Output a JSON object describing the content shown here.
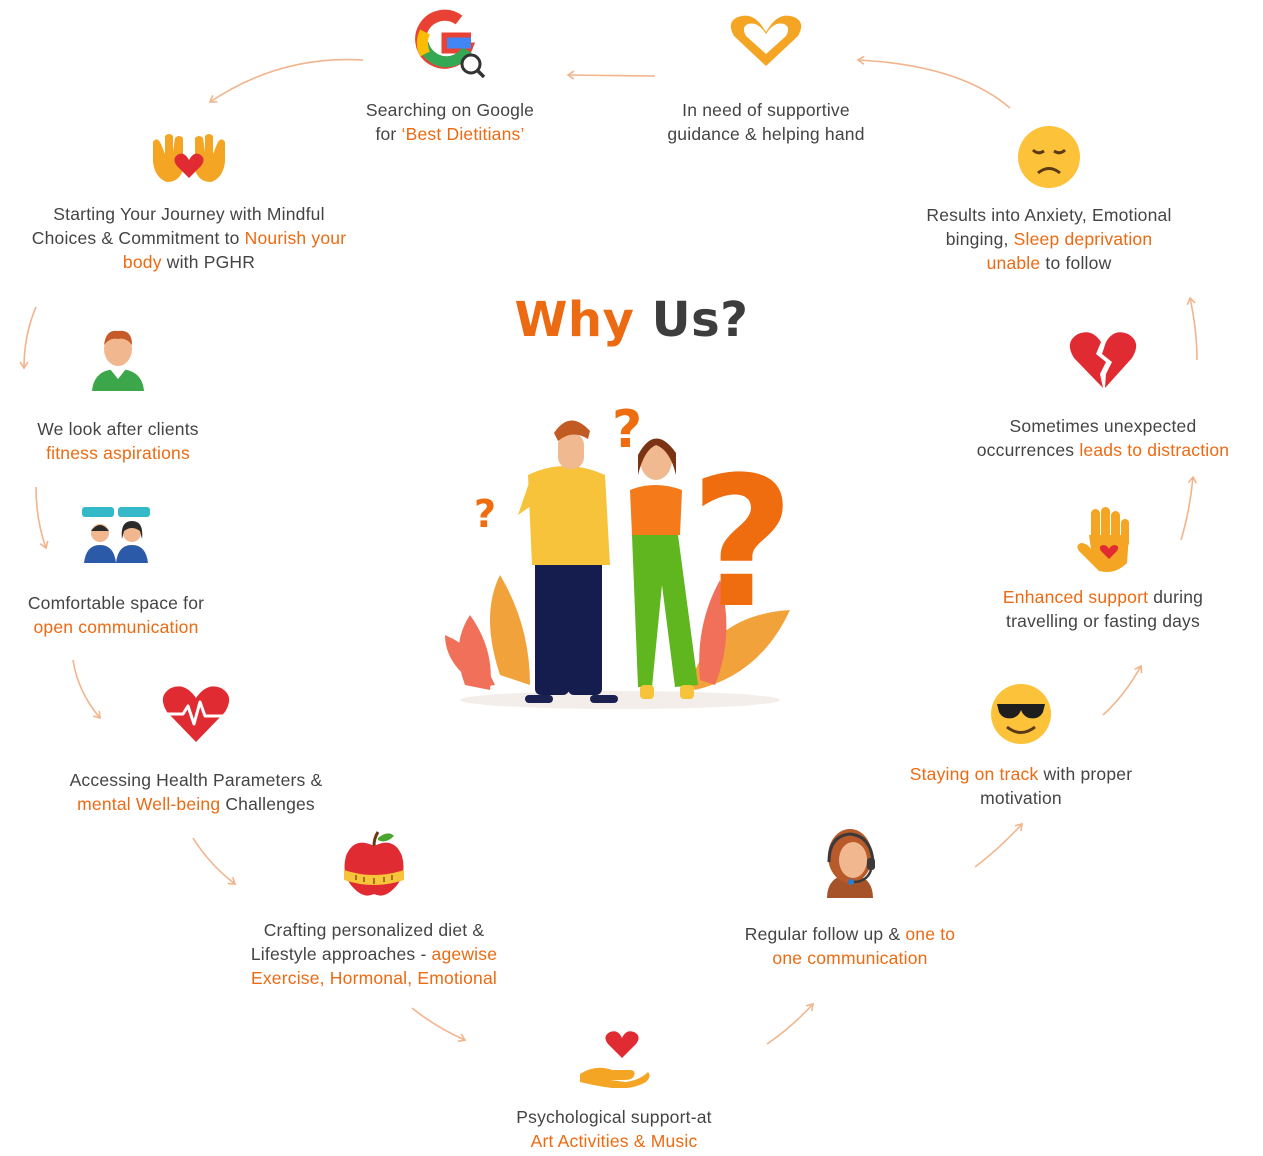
{
  "title": {
    "part1": "Why",
    "part2": "Us?"
  },
  "colors": {
    "accent": "#ec6a12",
    "text": "#444444",
    "arrow": "#f2b48d"
  },
  "nodes": {
    "google": {
      "icon": "google-search-icon",
      "l1": "Searching on Google",
      "l2a": "for ",
      "l2b": "‘Best Dietitians’"
    },
    "support": {
      "icon": "heart-hands-icon",
      "l1": "In need of supportive",
      "l2": "guidance & helping hand"
    },
    "anxiety": {
      "icon": "sad-face-icon",
      "l1": "Results into Anxiety, Emotional",
      "l2a": "binging, ",
      "l2b": "Sleep deprivation",
      "l3a": "unable",
      "l3b": " to follow"
    },
    "distraction": {
      "icon": "broken-heart-icon",
      "l1": "Sometimes unexpected",
      "l2a": "occurrences ",
      "l2b": "leads to distraction"
    },
    "enhanced": {
      "icon": "hand-heart-icon",
      "l1a": "Enhanced support",
      "l1b": " during",
      "l2": "travelling or fasting days"
    },
    "staying": {
      "icon": "sunglasses-face-icon",
      "l1a": "Staying on track",
      "l1b": " with proper",
      "l2": "motivation"
    },
    "followup": {
      "icon": "headset-agent-icon",
      "l1a": "Regular follow up & ",
      "l1b": "one to",
      "l2": "one communication"
    },
    "psych": {
      "icon": "hand-receiving-heart-icon",
      "l1": "Psychological support-at",
      "l2": "Art Activities & Music"
    },
    "crafting": {
      "icon": "apple-measure-icon",
      "l1": "Crafting personalized diet &",
      "l2a": "Lifestyle approaches - ",
      "l2b": "agewise",
      "l3": "Exercise, Hormonal, Emotional"
    },
    "health": {
      "icon": "heart-pulse-icon",
      "l1": "Accessing Health Parameters &",
      "l2a": "mental Well-being",
      "l2b": " Challenges"
    },
    "comfort": {
      "icon": "people-chat-icon",
      "l1": "Comfortable space for",
      "l2": "open communication"
    },
    "clients": {
      "icon": "person-avatar-icon",
      "l1": "We look after clients",
      "l2": "fitness aspirations"
    },
    "journey": {
      "icon": "heart-hands-open-icon",
      "l1": "Starting Your Journey with Mindful",
      "l2a": "Choices & Commitment to ",
      "l2b": "Nourish your",
      "l3a": "body",
      "l3b": " with PGHR"
    }
  }
}
